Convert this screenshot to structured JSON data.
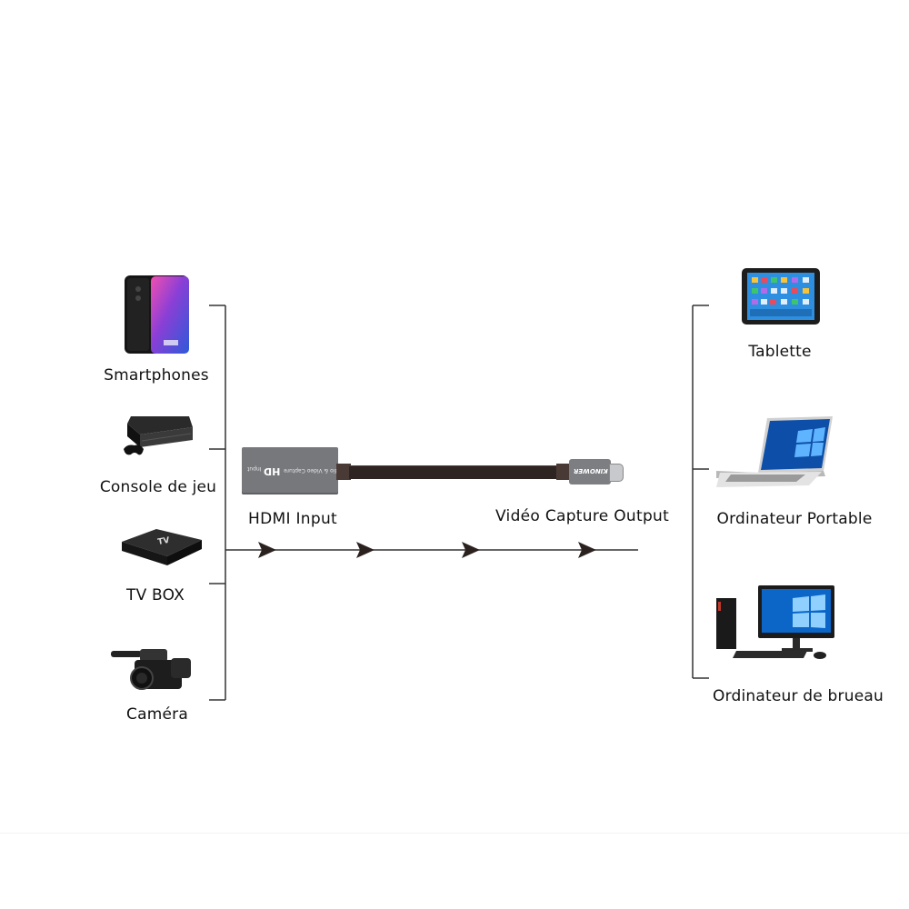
{
  "inputs": [
    {
      "id": "smartphone",
      "label": "Smartphones",
      "icon": "smartphone-icon"
    },
    {
      "id": "console",
      "label": "Console de jeu",
      "icon": "game-console-icon"
    },
    {
      "id": "tvbox",
      "label": "TV BOX",
      "icon": "tv-box-icon"
    },
    {
      "id": "camera",
      "label": "Caméra",
      "icon": "video-camera-icon"
    }
  ],
  "outputs": [
    {
      "id": "tablet",
      "label": "Tablette",
      "icon": "tablet-icon"
    },
    {
      "id": "laptop",
      "label": "Ordinateur Portable",
      "icon": "laptop-icon"
    },
    {
      "id": "desktop",
      "label": "Ordinateur de brueau",
      "icon": "desktop-computer-icon"
    }
  ],
  "adapter": {
    "input_label": "HDMI Input",
    "output_label": "Vidéo Capture Output",
    "device_text": "Audio & Video Capture",
    "device_hd": "HD",
    "device_port": "Input",
    "connector_brand": "KINOWER"
  },
  "flow": {
    "arrow_count": 4,
    "direction": "left-to-right"
  },
  "colors": {
    "line": "#333333",
    "arrow": "#2b2220",
    "adapter_body": "#76787b",
    "cable": "#2e2422",
    "connector": "#7c7e82"
  }
}
